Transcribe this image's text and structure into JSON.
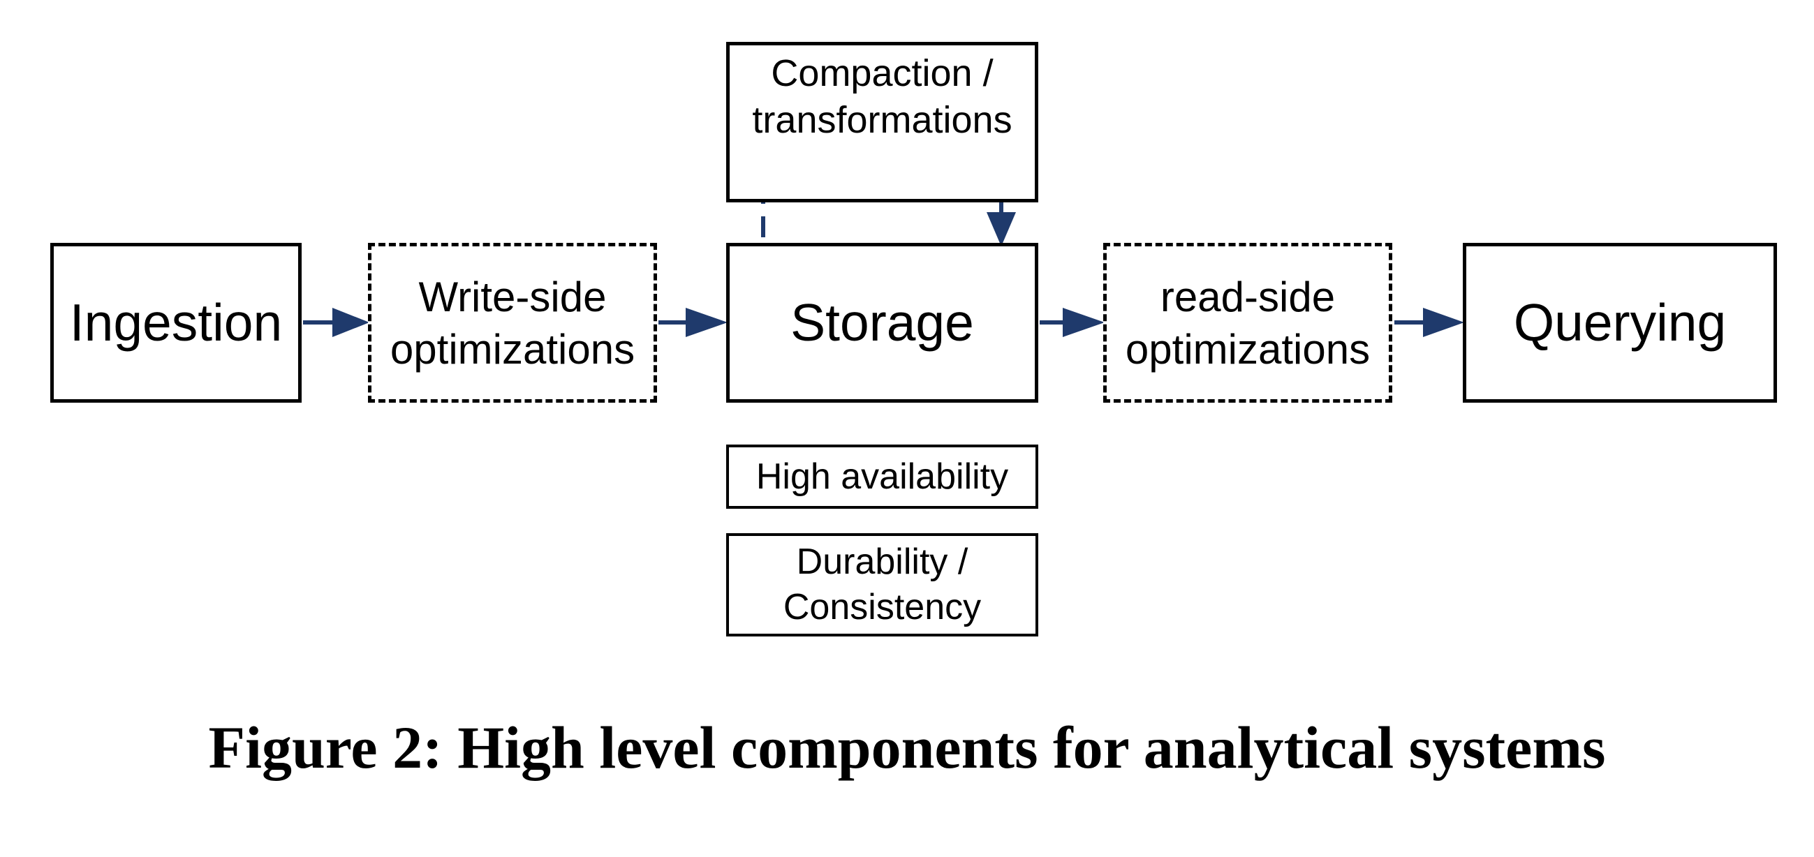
{
  "figure": {
    "caption": "Figure 2: High level components for analytical systems",
    "colors": {
      "background": "#ffffff",
      "box_border": "#000000",
      "text": "#000000",
      "arrow_blue": "#1f3a6c"
    },
    "nodes": {
      "ingestion": {
        "label": "Ingestion",
        "style": "solid"
      },
      "write_side": {
        "line1": "Write-side",
        "line2": "optimizations",
        "style": "dashed"
      },
      "storage": {
        "label": "Storage",
        "style": "solid"
      },
      "read_side": {
        "line1": "read-side",
        "line2": "optimizations",
        "style": "dashed"
      },
      "querying": {
        "label": "Querying",
        "style": "solid"
      },
      "compaction": {
        "line1": "Compaction /",
        "line2": "transformations",
        "style": "solid"
      },
      "high_availability": {
        "label": "High availability",
        "style": "solid"
      },
      "durability": {
        "line1": "Durability /",
        "line2": "Consistency",
        "style": "solid"
      }
    },
    "edges": [
      {
        "from": "ingestion",
        "to": "write_side",
        "type": "solid-arrow"
      },
      {
        "from": "write_side",
        "to": "storage",
        "type": "solid-arrow"
      },
      {
        "from": "storage",
        "to": "read_side",
        "type": "solid-arrow"
      },
      {
        "from": "read_side",
        "to": "querying",
        "type": "solid-arrow"
      },
      {
        "from": "storage",
        "to": "compaction",
        "type": "dashed-line"
      },
      {
        "from": "compaction",
        "to": "storage",
        "type": "dashed-arrow"
      }
    ]
  }
}
